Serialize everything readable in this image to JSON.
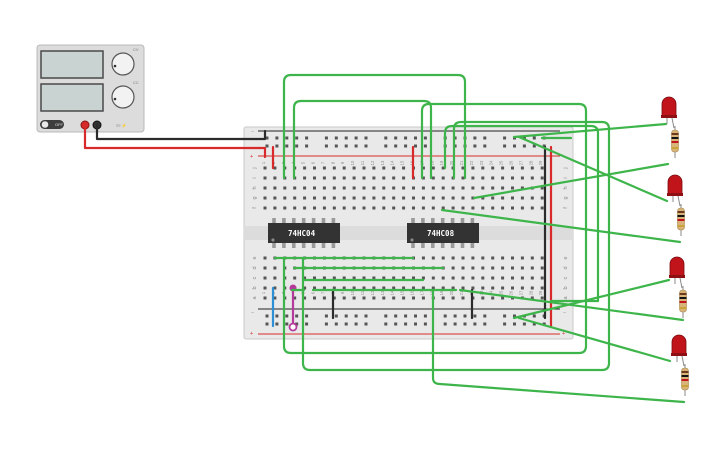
{
  "ic_chips": [
    {
      "label": "74HC04"
    },
    {
      "label": "74HC08"
    }
  ],
  "breadboard": {
    "column_numbers": [
      "1",
      "2",
      "3",
      "4",
      "5",
      "6",
      "7",
      "8",
      "9",
      "10",
      "11",
      "12",
      "13",
      "14",
      "15",
      "16",
      "17",
      "18",
      "19",
      "20",
      "21",
      "22",
      "23",
      "24",
      "25",
      "26",
      "27",
      "28",
      "29"
    ],
    "row_letters_top": [
      "j",
      "i",
      "h",
      "g",
      "f"
    ],
    "row_letters_bottom": [
      "e",
      "d",
      "c",
      "b",
      "a"
    ],
    "rail_plus": "+",
    "rail_minus": "−"
  },
  "power_supply": {
    "button_label": "OFF",
    "knob_labels": [
      "CV",
      "CC"
    ]
  },
  "colors": {
    "wire_green": "#3db54a",
    "wire_red": "#d82a2a",
    "wire_black": "#2b2b2b",
    "wire_blue": "#2f8fd6",
    "wire_magenta": "#b53a9c",
    "led_red": "#c0141a",
    "board": "#e9e9e9"
  }
}
